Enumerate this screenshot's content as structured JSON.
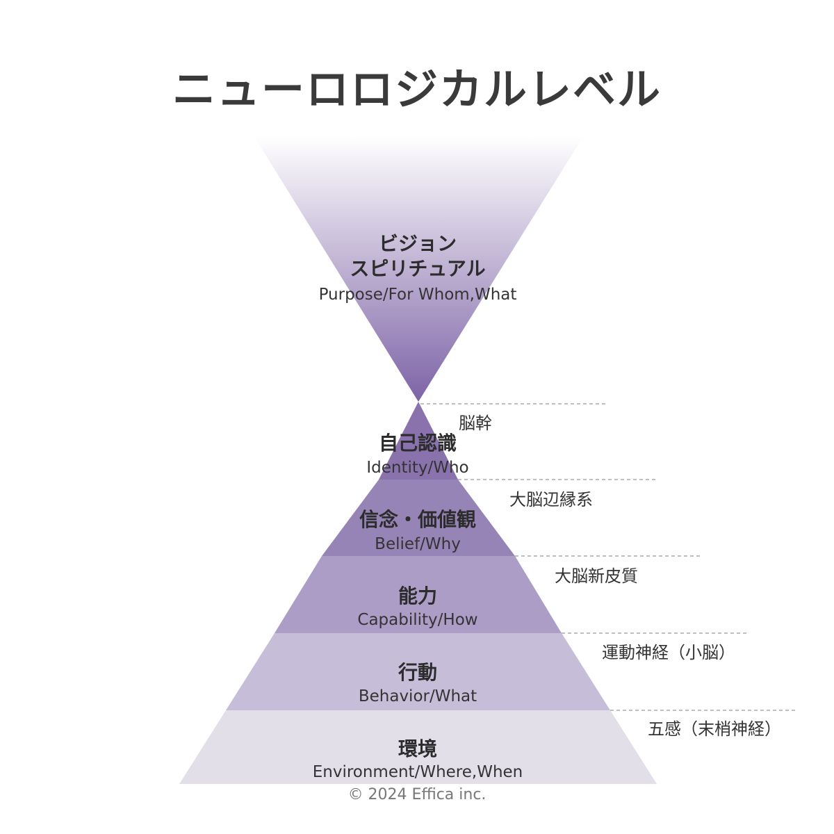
{
  "title": "ニューロロジカルレベル",
  "vision": {
    "title_line1": "ビジョン",
    "title_line2": "スピリチュアル",
    "subtitle": "Purpose/For Whom,What"
  },
  "levels": [
    {
      "title": "自己認識",
      "subtitle": "Identity/Who",
      "fill": "#8a73ad"
    },
    {
      "title": "信念・価値観",
      "subtitle": "Belief/Why",
      "fill": "#9784b6"
    },
    {
      "title": "能力",
      "subtitle": "Capability/How",
      "fill": "#ab9dc6"
    },
    {
      "title": "行動",
      "subtitle": "Behavior/What",
      "fill": "#c6bdd8"
    },
    {
      "title": "環境",
      "subtitle": "Environment/Where,When",
      "fill": "#e2dfe9"
    }
  ],
  "brain_labels": [
    "脳幹",
    "大脳辺縁系",
    "大脳新皮質",
    "運動神経（小脳）",
    "五感（末梢神経）"
  ],
  "copyright": "© 2024 Effica inc.",
  "colors": {
    "vision_top": "#ffffff",
    "vision_bottom": "#7d63a6",
    "dash_line": "#999999"
  }
}
